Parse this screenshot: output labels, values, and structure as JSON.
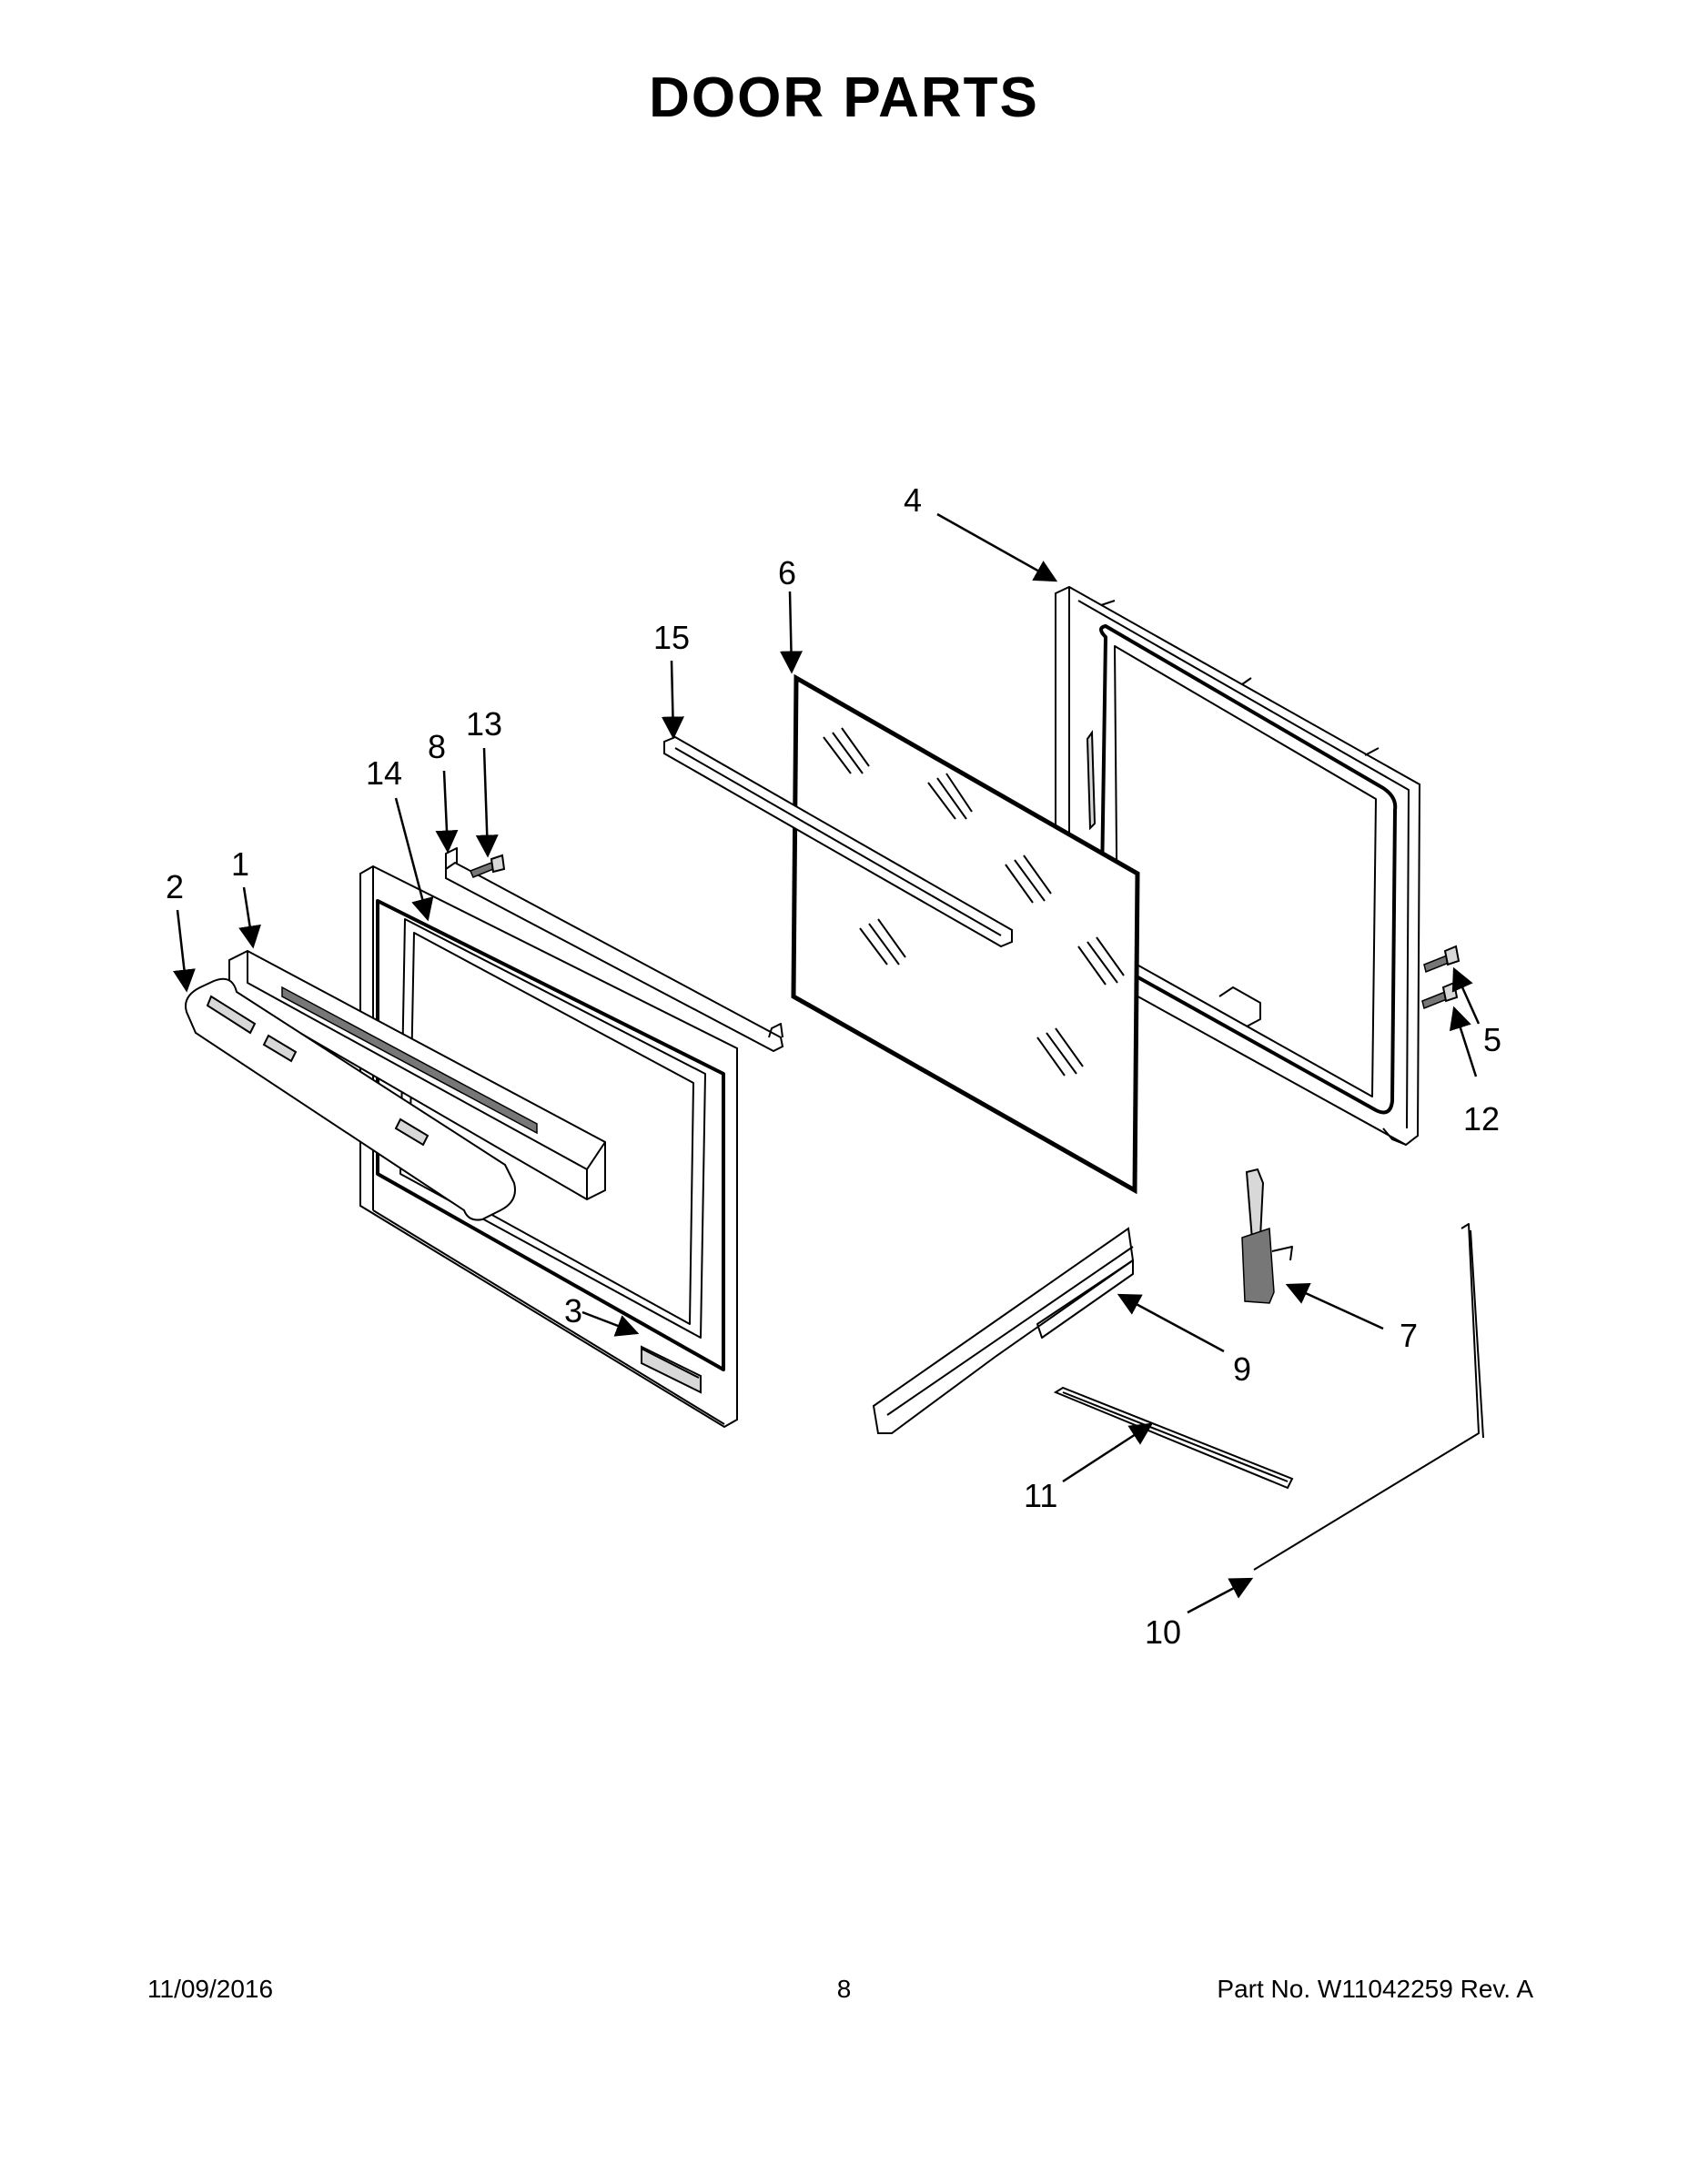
{
  "title": "DOOR PARTS",
  "callouts": {
    "p1": "1",
    "p2": "2",
    "p3": "3",
    "p4": "4",
    "p5": "5",
    "p6": "6",
    "p7": "7",
    "p8": "8",
    "p9": "9",
    "p10": "10",
    "p11": "11",
    "p12": "12",
    "p13": "13",
    "p14": "14",
    "p15": "15"
  },
  "footer": {
    "date": "11/09/2016",
    "page": "8",
    "part": "Part No.  W11042259  Rev.  A"
  }
}
